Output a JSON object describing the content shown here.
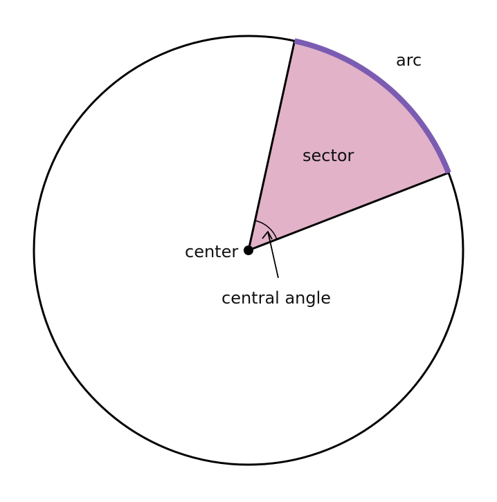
{
  "labels": {
    "arc": "arc",
    "sector": "sector",
    "center": "center",
    "central_angle": "central angle"
  },
  "colors": {
    "background": "#ffffff",
    "circle_stroke": "#000000",
    "sector_fill": "#e2b2c8",
    "arc_highlight": "#7b5cb2",
    "text": "#111111"
  },
  "geometry_semantics": {
    "sector_start_bearing_deg": 12.4,
    "sector_end_bearing_deg": 68.8,
    "central_angle_deg": 56.4
  }
}
